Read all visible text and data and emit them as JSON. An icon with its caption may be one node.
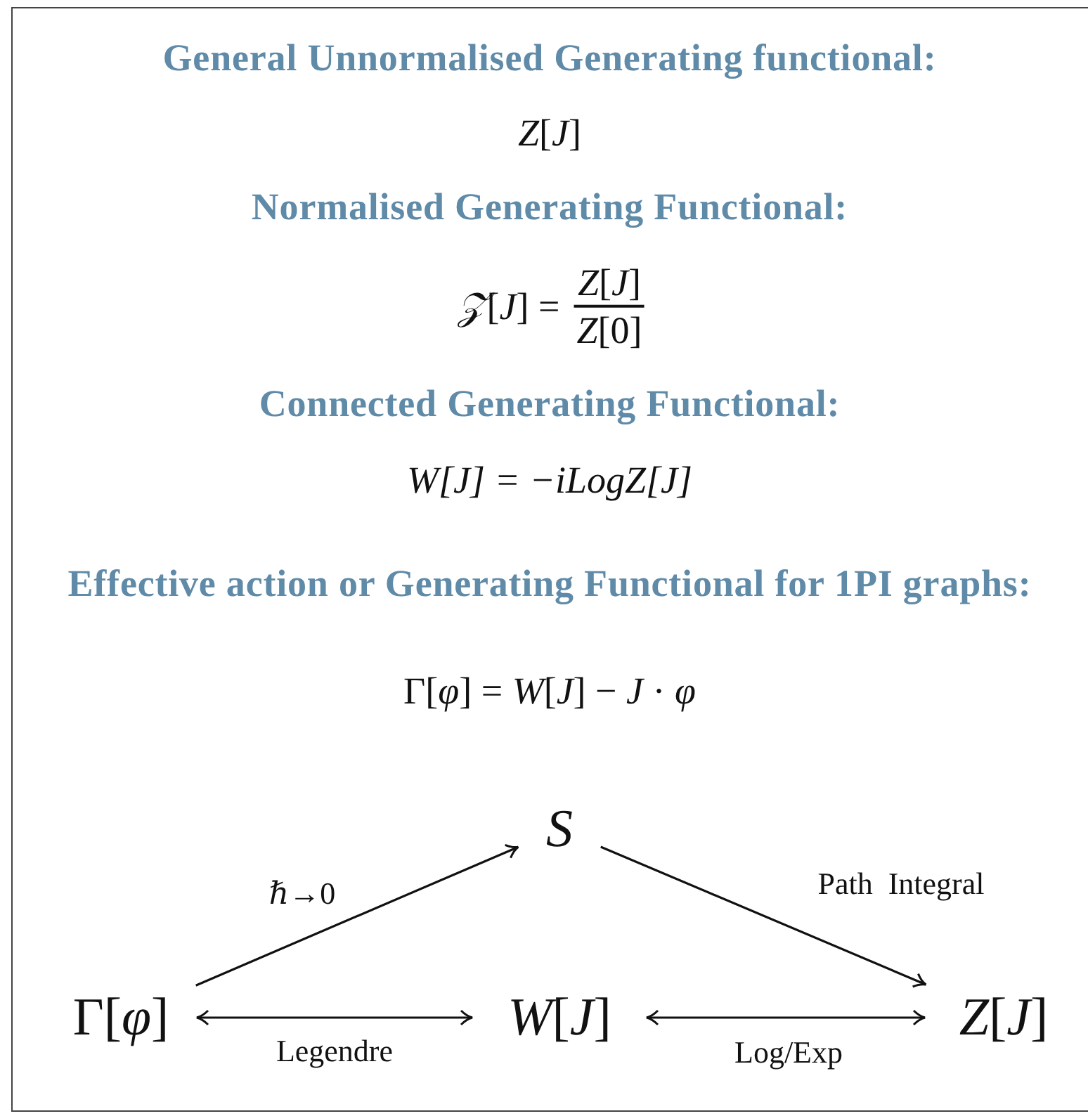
{
  "diagram": {
    "nodes": [
      {
        "text": [
          "*S*"
        ]
      },
      {
        "text": [
          "Γ[*φ*]"
        ]
      },
      {
        "text": [
          "*W*[*J*]"
        ]
      },
      {
        "text": [
          "*Z*[*J*]"
        ]
      }
    ],
    "edges": [
      {
        "from": 1,
        "to": 0,
        "arrow": "to",
        "label": "*ℏ*→0"
      },
      {
        "from": 0,
        "to": 3,
        "arrow": "to",
        "label": "Path  Integral"
      },
      {
        "from": 1,
        "to": 2,
        "arrow": "both",
        "label": "Legendre"
      },
      {
        "from": 2,
        "to": 3,
        "arrow": "both",
        "label": "Log/Exp"
      }
    ],
    "labels": [
      "General Unnormalised Generating functional:",
      "*Z*[*J*]",
      "Normalised Generating Functional:",
      "*𝒵*[*J*] =",
      "*Z*[*J*]",
      "*Z*[0]",
      "Connected Generating Functional:",
      "W[J] = −iLogZ[J]",
      "Effective action or Generating Functional for 1PI graphs:",
      "Γ[*φ*] = *W*[*J*] − *J* · *φ*"
    ]
  }
}
